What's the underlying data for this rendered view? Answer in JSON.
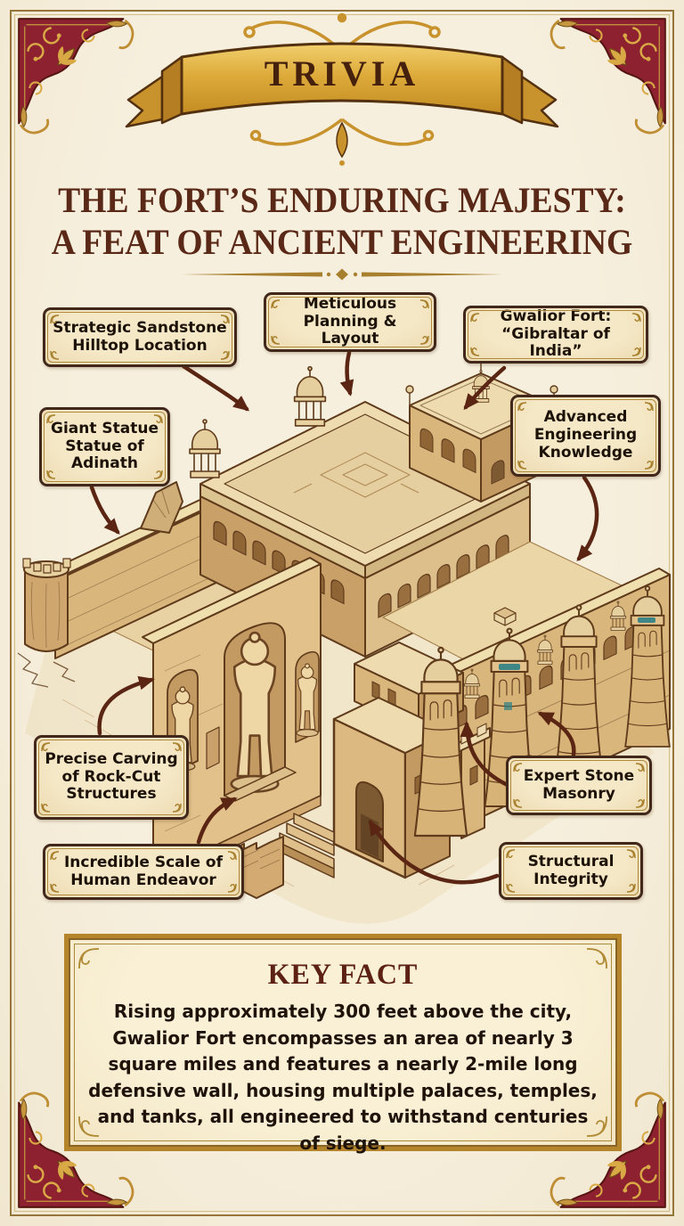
{
  "banner": {
    "title": "TRIVIA"
  },
  "title": {
    "line1": "THE FORT’S ENDURING MAJESTY:",
    "line2": "A FEAT OF ANCIENT ENGINEERING"
  },
  "callouts": [
    {
      "id": "strategic-sandstone",
      "text": "Strategic Sandstone Hilltop Location"
    },
    {
      "id": "meticulous-planning",
      "text": "Meticulous Planning & Layout"
    },
    {
      "id": "gwalior-gibraltar",
      "text": "Gwalior Fort: “Gibraltar of India”"
    },
    {
      "id": "giant-statue",
      "text": "Giant Statue Statue of Adinath"
    },
    {
      "id": "advanced-engineering",
      "text": "Advanced Engineering Knowledge"
    },
    {
      "id": "precise-carving",
      "text": "Precise Carving of Rock-Cut Structures"
    },
    {
      "id": "incredible-scale",
      "text": "Incredible Scale of Human Endeavor"
    },
    {
      "id": "expert-masonry",
      "text": "Expert Stone Masonry"
    },
    {
      "id": "structural-integrity",
      "text": "Structural Integrity"
    }
  ],
  "arrows": [
    {
      "from": "strategic-sandstone",
      "to": "fort-upper-terrace"
    },
    {
      "from": "meticulous-planning",
      "to": "fort-courtyard"
    },
    {
      "from": "gwalior-gibraltar",
      "to": "fort-pavilion"
    },
    {
      "from": "giant-statue",
      "to": "fort-left-wall"
    },
    {
      "from": "advanced-engineering",
      "to": "fort-right-courtyard"
    },
    {
      "from": "precise-carving",
      "to": "rock-cut-statues"
    },
    {
      "from": "incredible-scale",
      "to": "fort-base"
    },
    {
      "from": "expert-masonry",
      "to": "fort-tower-1"
    },
    {
      "from": "expert-masonry",
      "to": "fort-tower-2"
    },
    {
      "from": "structural-integrity",
      "to": "fort-gatehouse-wall"
    }
  ],
  "key_fact": {
    "title": "KEY FACT",
    "body": "Rising approximately 300 feet above the city, Gwalior Fort encompasses an area of nearly 3 square miles and features a nearly 2-mile long defensive wall, housing multiple palaces, temples, and tanks, all engineered to withstand centuries of siege."
  },
  "illustration": {
    "subject": "Isometric sepia line illustration of Gwalior Fort: ramparts, round bastion, tapered stone towers with domes, palace courtyards with chhatris, gatehouse, and rock-cut Jain statues of Adinath"
  },
  "colors": {
    "parchment": "#f4edda",
    "corner_red": "#8d2130",
    "gold": "#c8922c",
    "ink_sepia": "#5f3b1c",
    "arrow_brown": "#5a2512",
    "title_maroon": "#5a2817",
    "teal_accent": "#2e7f86"
  }
}
